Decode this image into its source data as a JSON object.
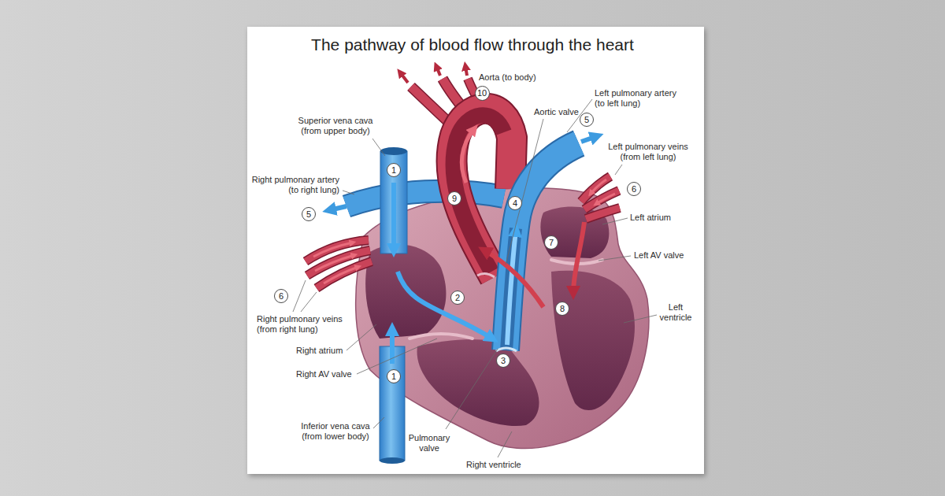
{
  "diagram": {
    "title": "The pathway of blood flow through the heart",
    "nodes": [
      {
        "text": [
          "10"
        ]
      },
      {
        "text": [
          "5"
        ]
      },
      {
        "text": [
          "1"
        ]
      },
      {
        "text": [
          "6"
        ]
      },
      {
        "text": [
          "9"
        ]
      },
      {
        "text": [
          "4"
        ]
      },
      {
        "text": [
          "5"
        ]
      },
      {
        "text": [
          "7"
        ]
      },
      {
        "text": [
          "2"
        ]
      },
      {
        "text": [
          "8"
        ]
      },
      {
        "text": [
          "6"
        ]
      },
      {
        "text": [
          "3"
        ]
      },
      {
        "text": [
          "1"
        ]
      }
    ],
    "labels": [
      "Aorta (to body)",
      "Aortic valve",
      "Left pulmonary artery (to left lung)",
      "Superior vena cava (from upper body)",
      "Left pulmonary veins (from left lung)",
      "Right pulmonary artery (to right lung)",
      "Left atrium",
      "Left AV valve",
      "Left ventricle",
      "Right pulmonary veins (from right lung)",
      "Right atrium",
      "Right AV valve",
      "Inferior vena cava (from lower body)",
      "Pulmonary valve",
      "Right ventricle"
    ]
  }
}
